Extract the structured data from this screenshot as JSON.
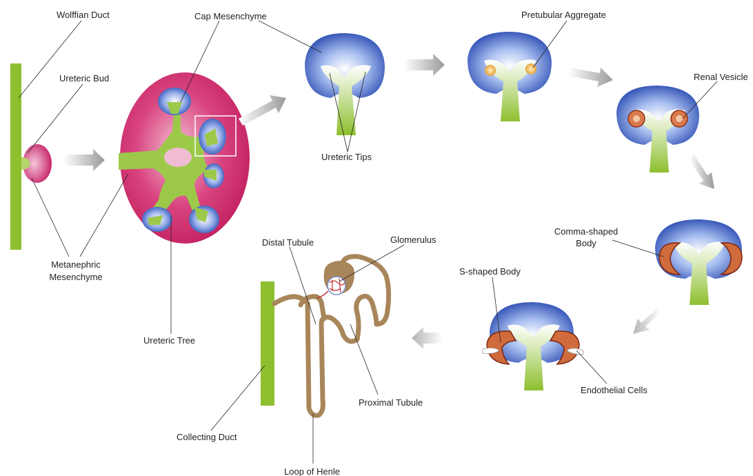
{
  "labels": {
    "wolffian_duct": "Wolffian Duct",
    "ureteric_bud": "Ureteric Bud",
    "metanephric_mesenchyme_1": "Metanephric",
    "metanephric_mesenchyme_2": "Mesenchyme",
    "ureteric_tree": "Ureteric Tree",
    "cap_mesenchyme": "Cap Mesenchyme",
    "ureteric_tips": "Ureteric Tips",
    "pretubular_aggregate": "Pretubular Aggregate",
    "renal_vesicle": "Renal Vesicle",
    "comma_shaped_body_1": "Comma-shaped",
    "comma_shaped_body_2": "Body",
    "s_shaped_body": "S-shaped Body",
    "endothelial_cells": "Endothelial Cells",
    "glomerulus": "Glomerulus",
    "distal_tubule": "Distal Tubule",
    "proximal_tubule": "Proximal Tubule",
    "collecting_duct": "Collecting Duct",
    "loop_of_henle": "Loop of Henle"
  },
  "colors": {
    "duct_green": "#8dbf2e",
    "mesenchyme_magenta": "#c8266a",
    "cap_blue": "#2f56b8",
    "arrow_grey": "#a9a9a9",
    "nephron_tan": "#a8865a",
    "renal_orange": "#c4572a"
  }
}
